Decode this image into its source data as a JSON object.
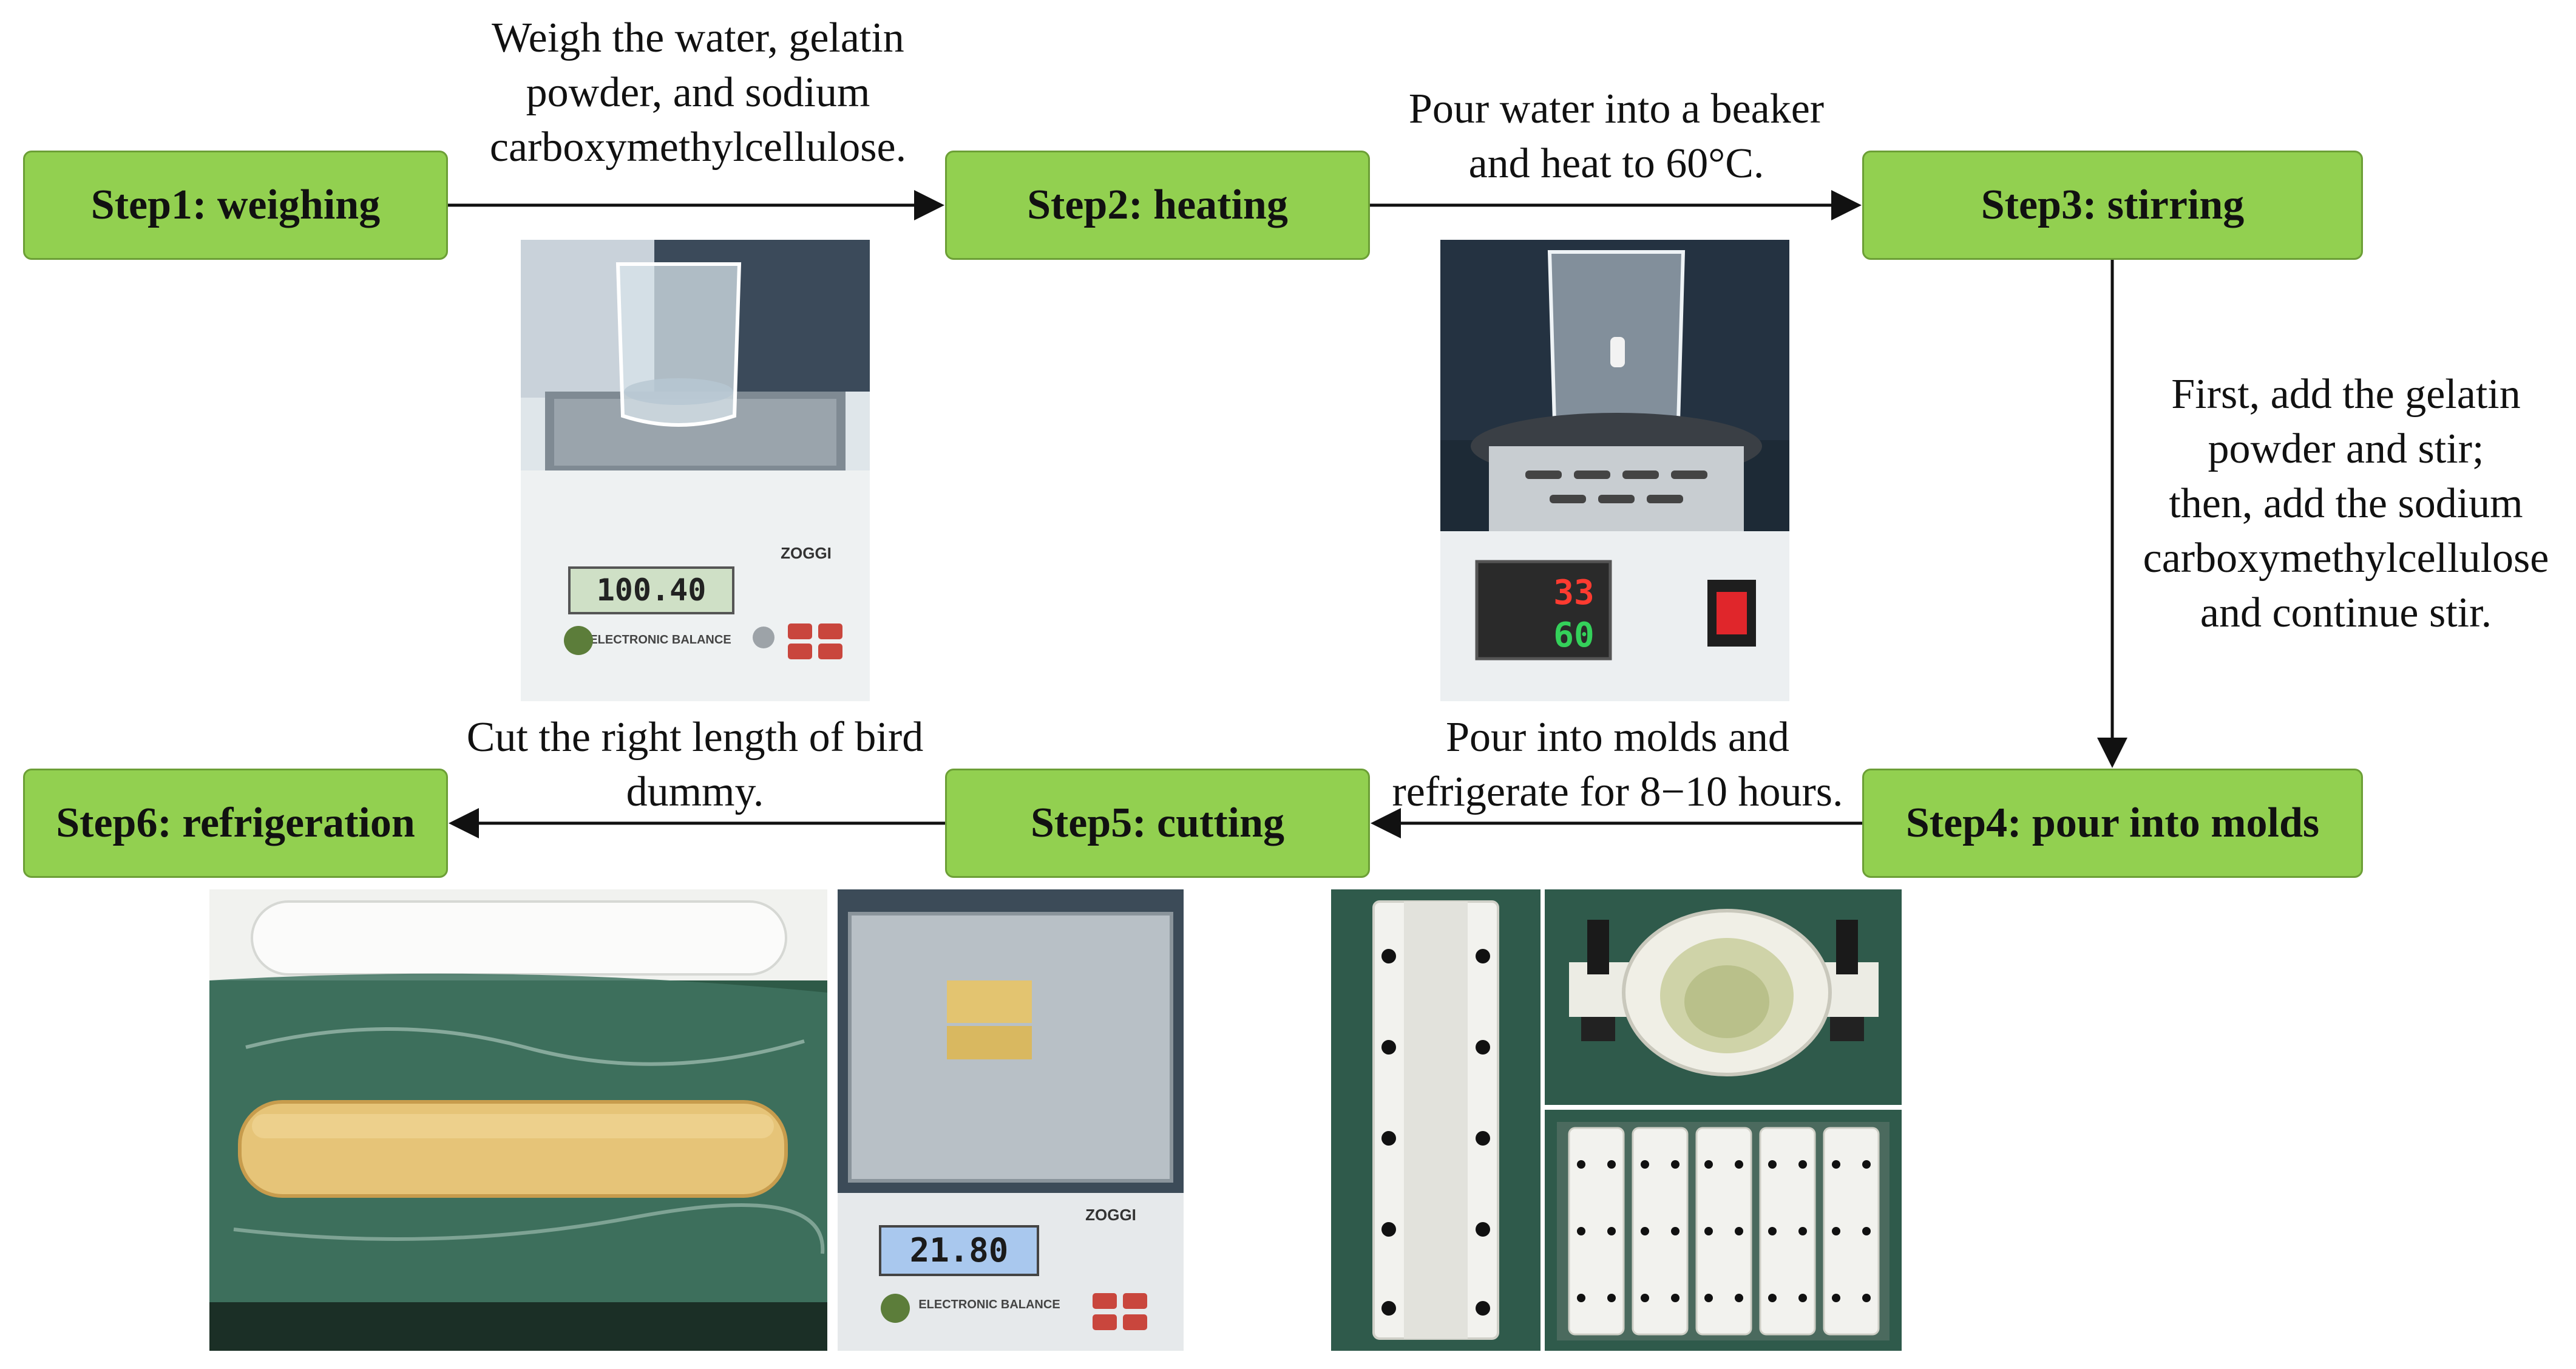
{
  "steps": {
    "step1": "Step1: weighing",
    "step2": "Step2: heating",
    "step3": "Step3: stirring",
    "step4": "Step4: pour into molds",
    "step5": "Step5: cutting",
    "step6": "Step6: refrigeration"
  },
  "notes": {
    "weigh": [
      "Weigh the water, gelatin",
      "powder, and sodium",
      "carboxymethylcellulose."
    ],
    "heat": [
      "Pour water into a beaker",
      "and heat to 60°C."
    ],
    "stir": [
      "First, add the gelatin",
      "powder and stir;",
      "then, add the sodium",
      "carboxymethylcellulose",
      "and continue stir."
    ],
    "mold": [
      "Pour into molds and",
      "refrigerate for 8−10 hours."
    ],
    "cut": [
      "Cut the right length of bird",
      "dummy."
    ]
  },
  "photo_text": {
    "scale1_brand": "ZOGGI",
    "scale1_readout": "100.40",
    "scale1_label": "ELECTRONIC BALANCE",
    "heater_top": "33",
    "heater_bottom": "60",
    "scale2_brand": "ZOGGI",
    "scale2_readout": "21.80",
    "scale2_label": "ELECTRONIC BALANCE"
  },
  "colors": {
    "step_fill": "#92d050",
    "step_border": "#6c9f36",
    "arrow": "#111111"
  }
}
